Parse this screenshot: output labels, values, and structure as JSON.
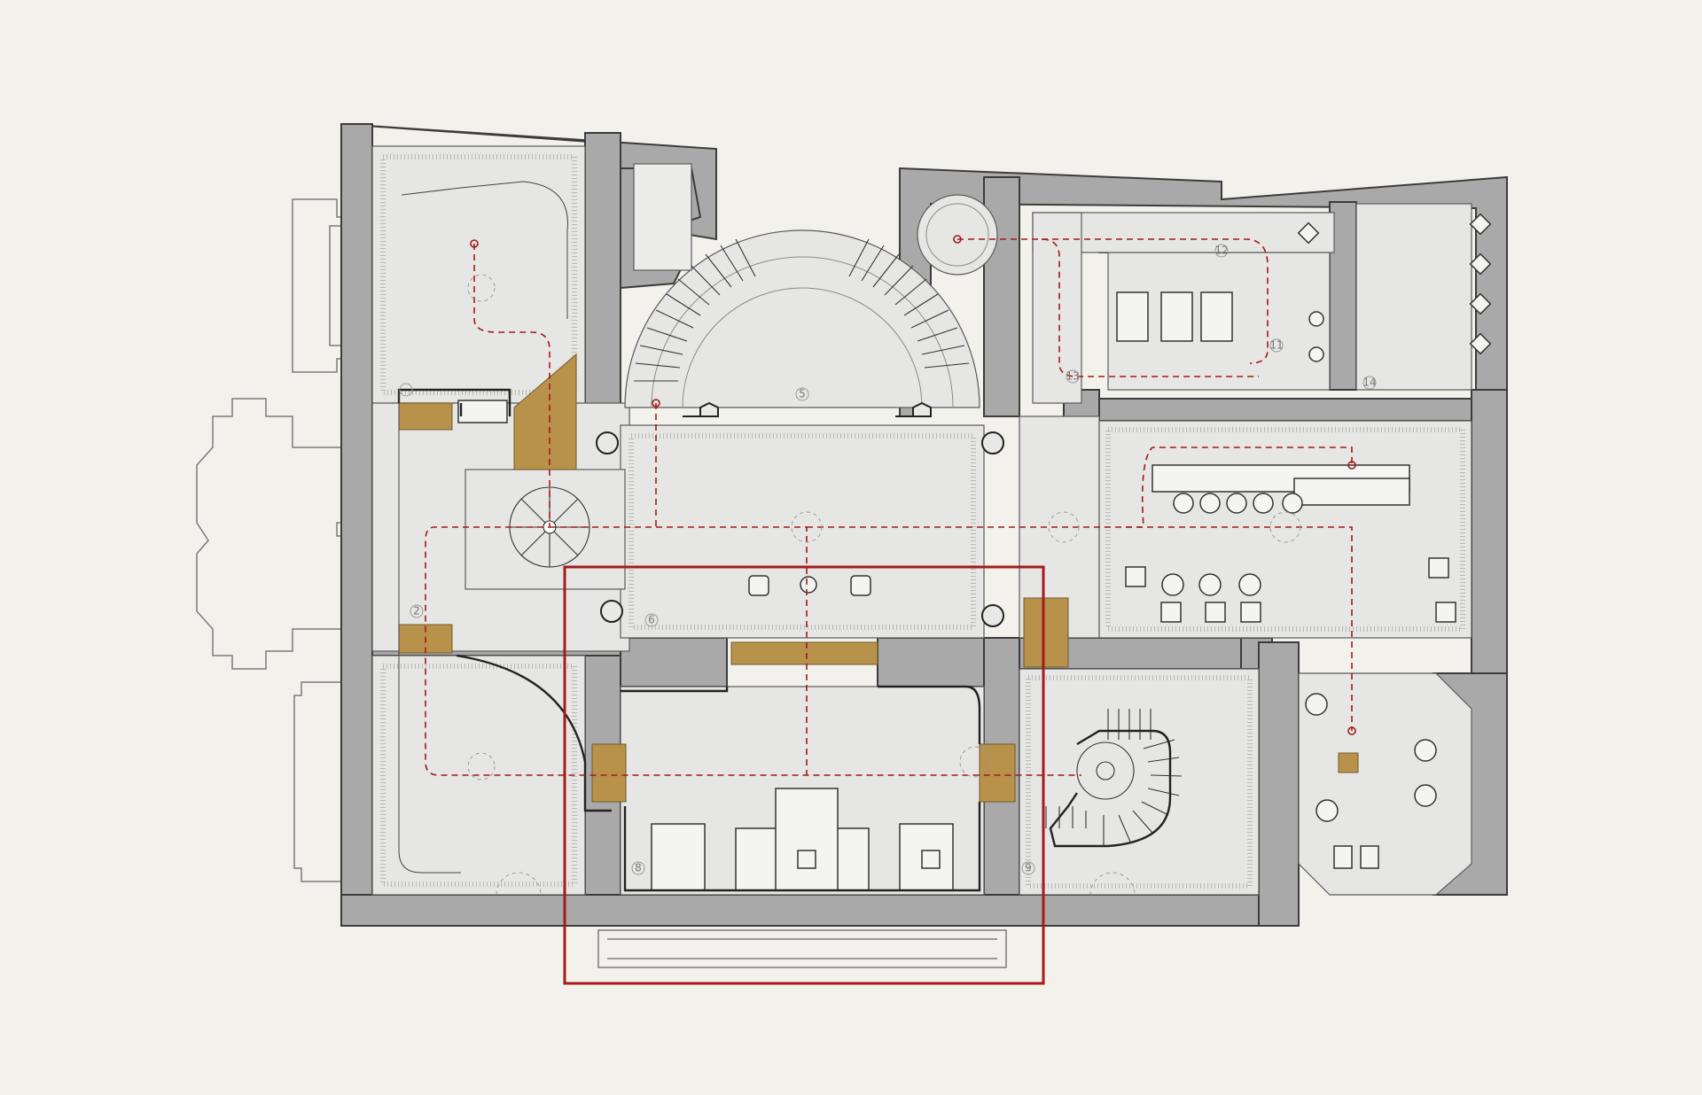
{
  "drawing": {
    "type": "architectural floor plan",
    "colors": {
      "background": "#f2f1ec",
      "walls": "#a9a9a9",
      "floor": "#e6e6e4",
      "highlight_openings": "#b8924a",
      "route_line": "#a21a1a",
      "focus_frame": "#a51b1b"
    },
    "room_numbers": [
      "2",
      "5",
      "6",
      "8",
      "9",
      "11",
      "12",
      "13",
      "14"
    ],
    "route_style": "red dashed circulation path with circle nodes",
    "highlighted_area": "red rectangle around central lower hall"
  }
}
